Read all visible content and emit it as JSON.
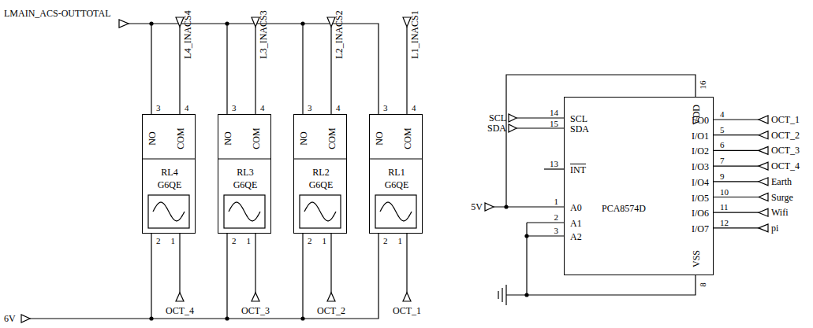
{
  "diagram": {
    "nodes": [
      {
        "text": [
          "NO",
          "COM",
          "RL4",
          "G6QE"
        ]
      },
      {
        "text": [
          "NO",
          "COM",
          "RL3",
          "G6QE"
        ]
      },
      {
        "text": [
          "NO",
          "COM",
          "RL2",
          "G6QE"
        ]
      },
      {
        "text": [
          "NO",
          "COM",
          "RL1",
          "G6QE"
        ]
      },
      {
        "text": [
          "PCA8574D",
          "SCL",
          "SDA",
          "INT",
          "A0",
          "A1",
          "A2",
          "VDD",
          "VSS",
          "I/O0",
          "I/O1",
          "I/O2",
          "I/O3",
          "I/O4",
          "I/O5",
          "I/O6",
          "I/O7"
        ]
      }
    ],
    "labels": [
      "LMAIN_ACS-OUTTOTAL",
      "L4_INACS4",
      "L3_INACS3",
      "L2_INACS2",
      "L1_INACS1",
      "3",
      "4",
      "2",
      "1",
      "3",
      "4",
      "2",
      "1",
      "3",
      "4",
      "2",
      "1",
      "3",
      "4",
      "2",
      "1",
      "OCT_4",
      "OCT_3",
      "OCT_2",
      "OCT_1",
      "6V",
      "SCL",
      "SDA",
      "5V",
      "16",
      "14",
      "15",
      "13",
      "1",
      "2",
      "3",
      "8",
      "4",
      "5",
      "6",
      "7",
      "9",
      "10",
      "11",
      "12",
      "OCT_1",
      "OCT_2",
      "OCT_3",
      "OCT_4",
      "Earth",
      "Surge",
      "Wifi",
      "pi"
    ]
  }
}
